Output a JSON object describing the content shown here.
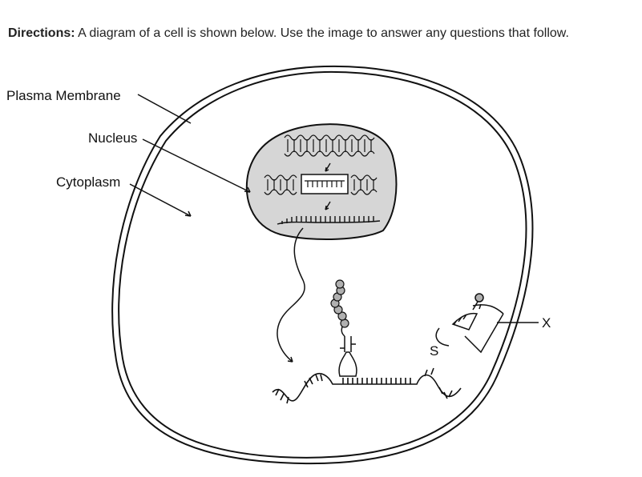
{
  "directions": {
    "bold_text": "Directions:",
    "text": " A diagram of a cell is shown below. Use the image to answer any questions that follow."
  },
  "diagram": {
    "labels": {
      "plasma_membrane": "Plasma Membrane",
      "nucleus": "Nucleus",
      "cytoplasm": "Cytoplasm",
      "x_label": "X",
      "s_label": "S"
    },
    "colors": {
      "nucleus_fill": "#d6d6d6",
      "line": "#111111",
      "background": "#ffffff"
    }
  }
}
